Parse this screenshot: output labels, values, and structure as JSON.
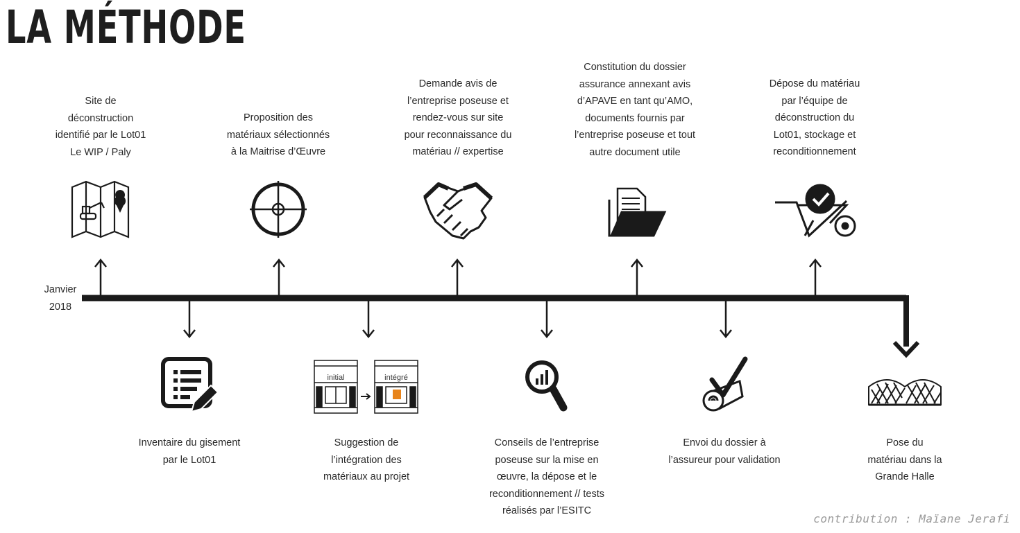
{
  "title": "LA MÉTHODE",
  "start_label": [
    "Janvier",
    "2018"
  ],
  "steps_top": [
    {
      "lines": [
        "Site de",
        "déconstruction",
        "identifié par le Lot01",
        "Le WIP / Paly"
      ],
      "icon": "map-icon"
    },
    {
      "lines": [
        "Proposition des",
        "matériaux sélectionnés",
        "à la Maitrise d’Œuvre"
      ],
      "icon": "crosshair-icon"
    },
    {
      "lines": [
        "Demande avis de",
        "l’entreprise poseuse et",
        "rendez-vous sur site",
        "pour reconnaissance du",
        "matériau // expertise"
      ],
      "icon": "handshake-icon"
    },
    {
      "lines": [
        "Constitution du dossier",
        "assurance annexant avis",
        "d’APAVE en tant qu’AMO,",
        "documents fournis par",
        "l’entreprise poseuse et tout",
        "autre document utile"
      ],
      "icon": "folder-icon"
    },
    {
      "lines": [
        "Dépose du matériau",
        "par l’équipe de",
        "déconstruction du",
        "Lot01, stockage et",
        "reconditionnement"
      ],
      "icon": "wheelbarrow-icon"
    }
  ],
  "steps_bottom": [
    {
      "lines": [
        "Inventaire du gisement",
        "par le Lot01"
      ],
      "icon": "list-edit-icon"
    },
    {
      "lines": [
        "Suggestion de",
        "l’intégration des",
        "matériaux au projet"
      ],
      "icon": "facade-icon",
      "facade_labels": [
        "initial",
        "intégré"
      ]
    },
    {
      "lines": [
        "Conseils de l’entreprise",
        "poseuse sur la mise en",
        "œuvre, la dépose et le",
        "reconditionnement // tests",
        "réalisés par l’ESITC"
      ],
      "icon": "magnifier-chart-icon"
    },
    {
      "lines": [
        "Envoi du dossier à",
        "l’assureur pour validation"
      ],
      "icon": "check-scroll-icon"
    },
    {
      "lines": [
        "Pose du",
        "matériau dans la",
        "Grande Halle"
      ],
      "icon": "hall-icon"
    }
  ],
  "credit": "contribution : Maïane Jerafi"
}
